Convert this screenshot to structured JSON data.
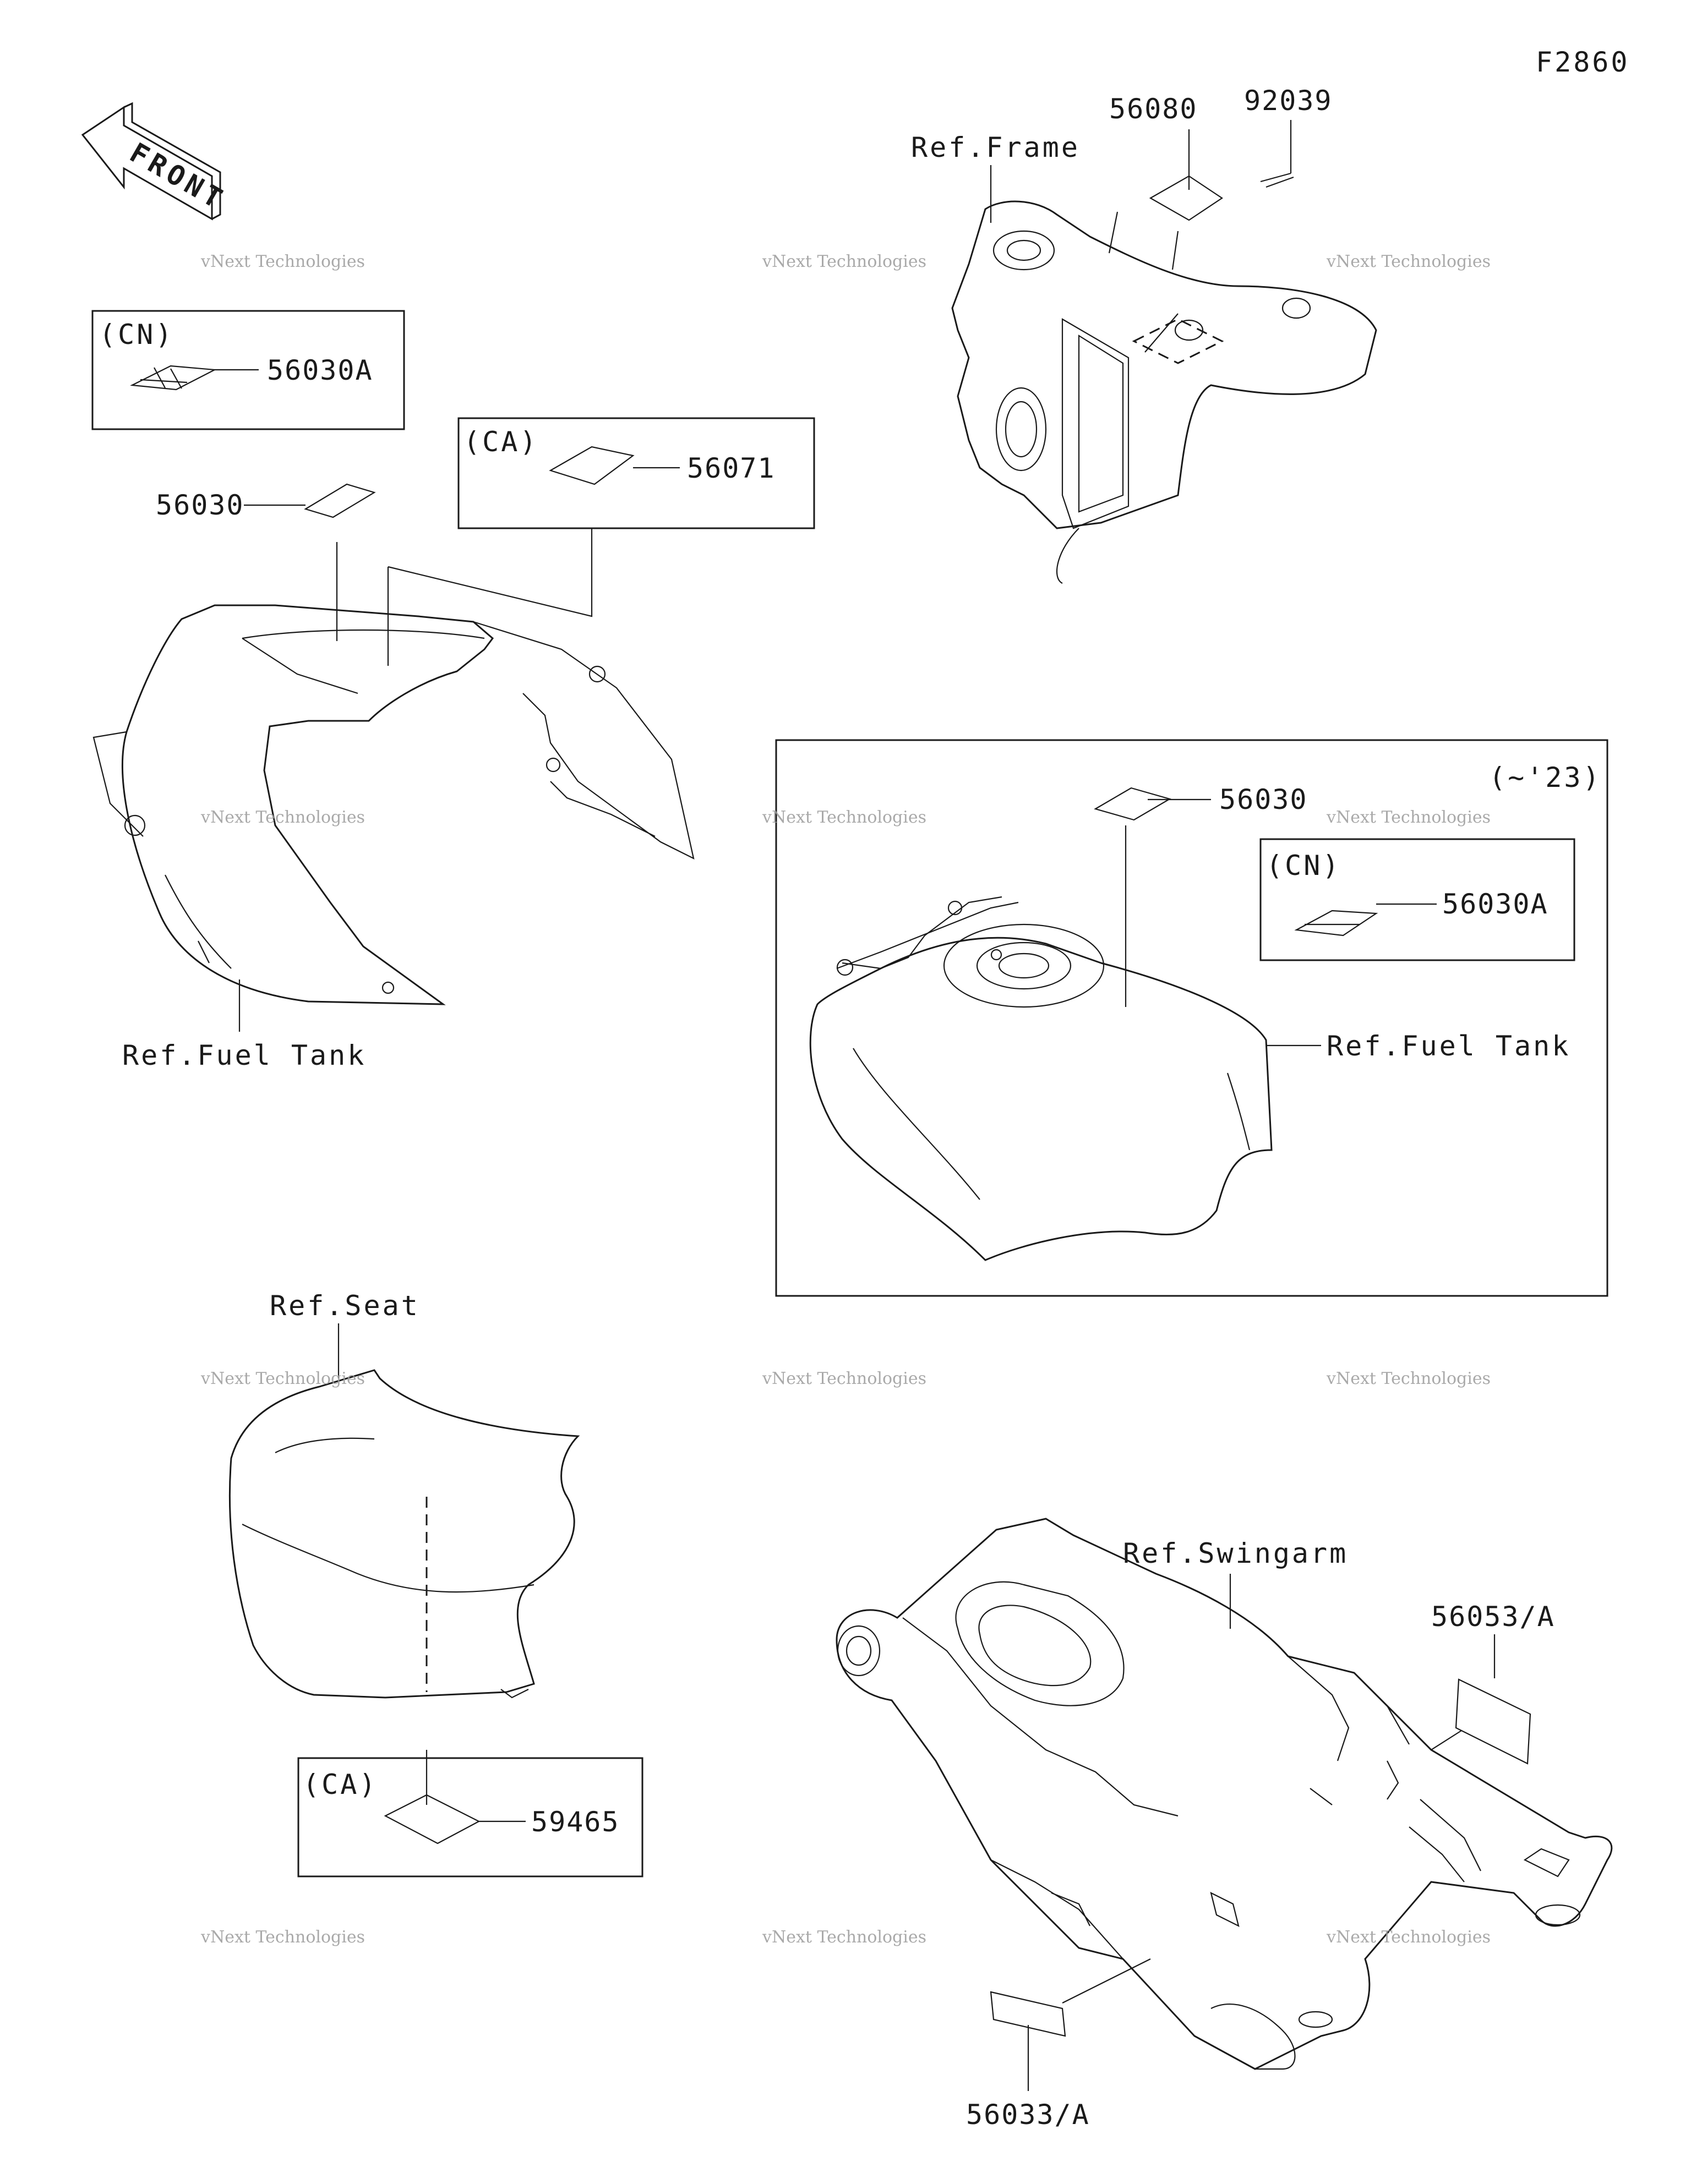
{
  "figure_code": "F2860",
  "front_arrow": {
    "label": "FRONT",
    "icon": "front-direction-arrow-icon"
  },
  "references": {
    "frame": "Ref.Frame",
    "fuel_tank_upper": "Ref.Fuel Tank",
    "fuel_tank_boxed": "Ref.Fuel Tank",
    "seat": "Ref.Seat",
    "swingarm": "Ref.Swingarm"
  },
  "region_codes": {
    "cn_upper": "(CN)",
    "ca_upper": "(CA)",
    "cn_boxed": "(CN)",
    "ca_lower": "(CA)",
    "year_range": "(~'23)"
  },
  "parts": {
    "p56080": "56080",
    "p92039": "92039",
    "p56030A_upper": "56030A",
    "p56071": "56071",
    "p56030_upper": "56030",
    "p56030_boxed": "56030",
    "p56030A_boxed": "56030A",
    "p59465": "59465",
    "p56053A": "56053/A",
    "p56033A": "56033/A"
  },
  "watermark": {
    "line1": "vNext Technologies",
    "line2": "vNext Technologies"
  }
}
